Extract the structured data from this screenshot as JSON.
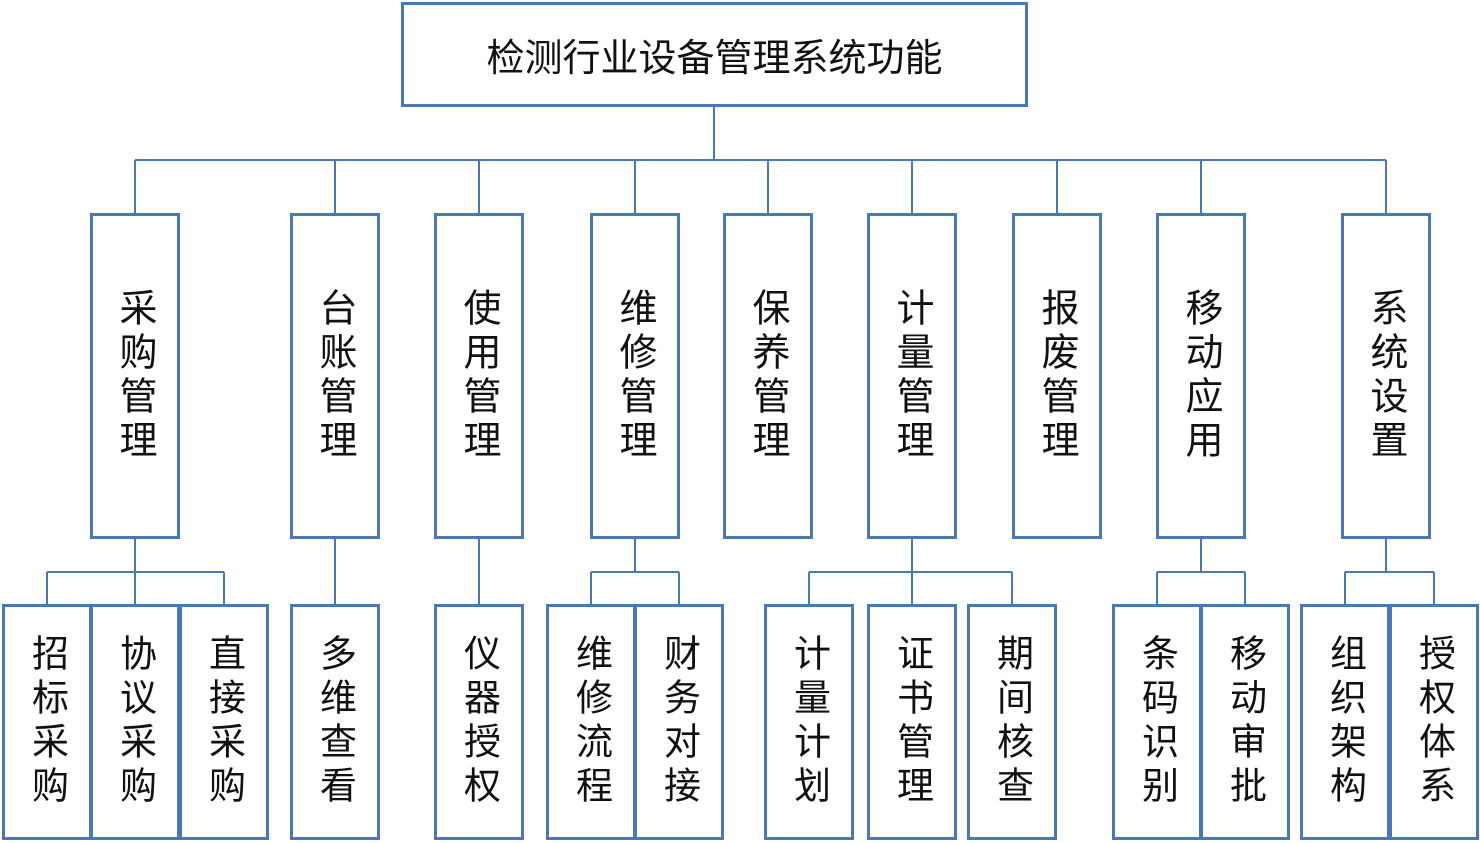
{
  "root": {
    "label": "检测行业设备管理系统功能"
  },
  "modules": [
    {
      "label": "采购管理",
      "children": [
        "招标采购",
        "协议采购",
        "直接采购"
      ]
    },
    {
      "label": "台账管理",
      "children": [
        "多维查看"
      ]
    },
    {
      "label": "使用管理",
      "children": [
        "仪器授权"
      ]
    },
    {
      "label": "维修管理",
      "children": [
        "维修流程",
        "财务对接"
      ]
    },
    {
      "label": "保养管理",
      "children": []
    },
    {
      "label": "计量管理",
      "children": [
        "计量计划",
        "证书管理",
        "期间核查"
      ]
    },
    {
      "label": "报废管理",
      "children": []
    },
    {
      "label": "移动应用",
      "children": [
        "条码识别",
        "移动审批"
      ]
    },
    {
      "label": "系统设置",
      "children": [
        "组织架构",
        "授权体系"
      ]
    }
  ],
  "colors": {
    "border": "#4a78b5",
    "connector": "#4a78b5",
    "text": "#111111",
    "background": "#ffffff"
  }
}
